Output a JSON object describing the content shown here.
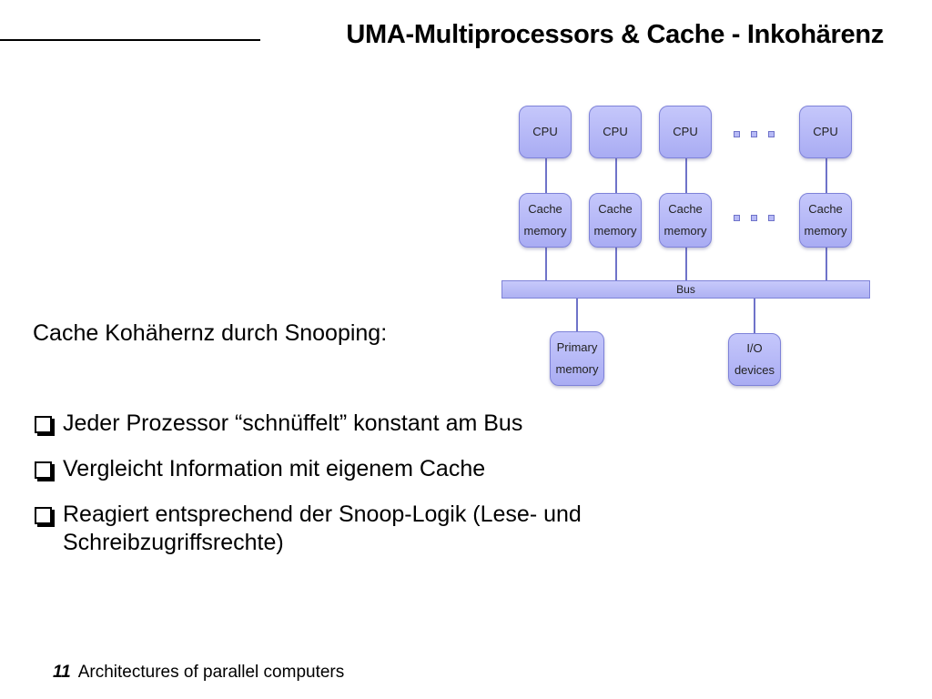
{
  "slide": {
    "title": "UMA-Multiprocessors & Cache - Inkohärenz",
    "intro": "Cache Kohähernz durch Snooping:",
    "bullets": [
      "Jeder Prozessor “schnüffelt” konstant am Bus",
      "Vergleicht Information mit eigenem Cache",
      "Reagiert entsprechend der Snoop-Logik (Lese- und Schreibzugriffsrechte)"
    ],
    "footer": {
      "page_number": "11",
      "text": "Architectures of parallel computers"
    }
  },
  "diagram": {
    "cpus": [
      "CPU",
      "CPU",
      "CPU",
      "CPU"
    ],
    "caches": [
      {
        "line1": "Cache",
        "line2": "memory"
      },
      {
        "line1": "Cache",
        "line2": "memory"
      },
      {
        "line1": "Cache",
        "line2": "memory"
      },
      {
        "line1": "Cache",
        "line2": "memory"
      }
    ],
    "bus_label": "Bus",
    "primary_memory": {
      "line1": "Primary",
      "line2": "memory"
    },
    "io_devices": {
      "line1": "I/O",
      "line2": "devices"
    },
    "node_color": "#b6b9f6",
    "border_color": "#7e82d8"
  }
}
